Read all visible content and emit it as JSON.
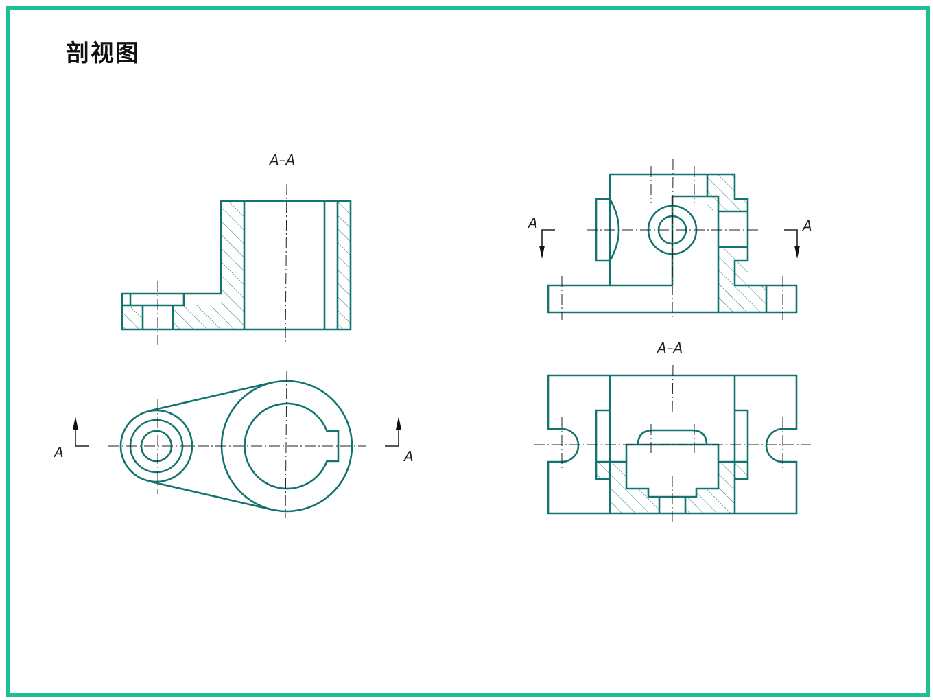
{
  "page": {
    "title": "剖视图",
    "frame_color": "#1fbf94",
    "line_color": "#12736f"
  },
  "left_drawing": {
    "section_label": "A–A",
    "cut_label_left": "A",
    "cut_label_right": "A"
  },
  "right_drawing": {
    "cut_label_left": "A",
    "cut_label_right": "A",
    "section_label": "A–A"
  }
}
